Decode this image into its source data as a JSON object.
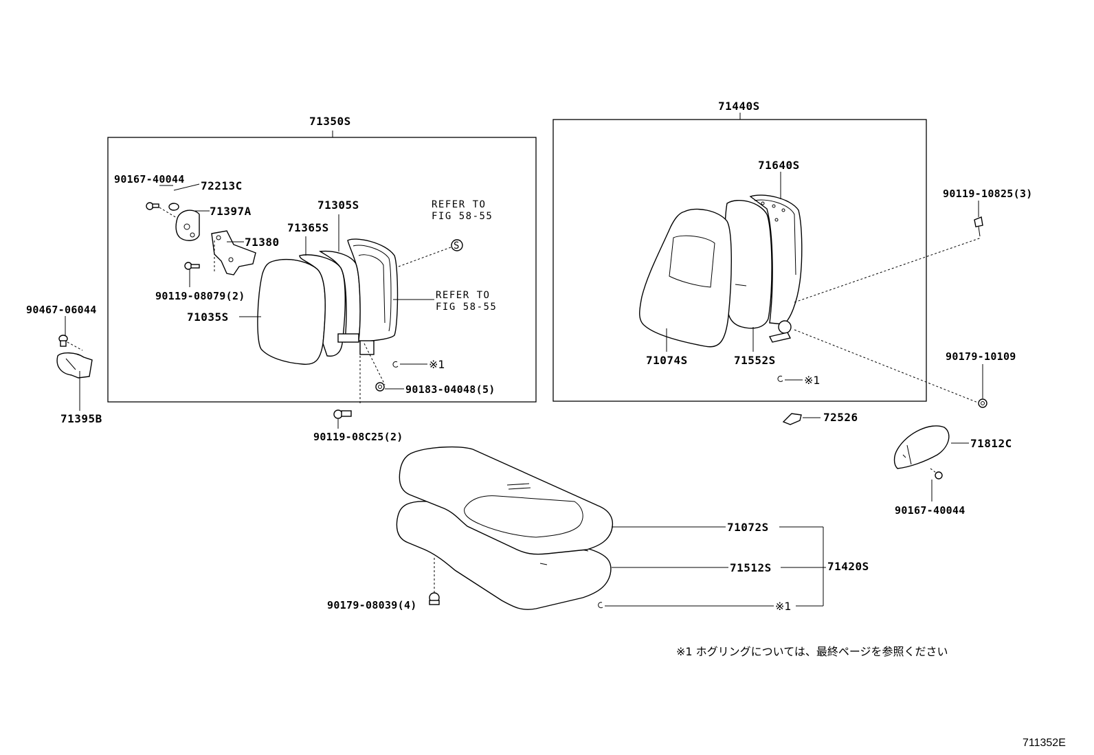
{
  "diagram": {
    "group_labels": {
      "front_seat_back": "71350S",
      "rear_seat_back": "71440S",
      "seat_cushion": "71420S"
    },
    "left_group": {
      "bolt_top": "90167-40044",
      "cap": "72213C",
      "bracket": "71397A",
      "hinge": "71380",
      "board": "71305S",
      "cover": "71365S",
      "bolt_mid": "90119-08079(2)",
      "pad": "71035S",
      "refer_top_1": "REFER TO",
      "refer_top_2": "FIG 58-55",
      "refer_bottom_1": "REFER TO",
      "refer_bottom_2": "FIG 58-55",
      "hog_ring": "※1",
      "nut": "90183-04048(5)",
      "s_mark": "S"
    },
    "outside": {
      "clip": "90467-06044",
      "cover_side": "71395B",
      "bolt_lower": "90119-08C25(2)",
      "screw_right": "90119-10825(3)",
      "nut_right": "90179-10109",
      "pad_small": "72526",
      "cover_right": "71812C",
      "bolt_right": "90167-40044",
      "nut_cushion": "90179-08039(4)"
    },
    "right_group": {
      "frame": "71640S",
      "cover": "71074S",
      "pad": "71552S",
      "hog_ring": "※1"
    },
    "cushion": {
      "cover": "71072S",
      "pad": "71512S",
      "hog_ring": "※1"
    },
    "footnote": "※1  ホグリングについては、最終ページを参照ください",
    "figure_code": "711352E"
  }
}
